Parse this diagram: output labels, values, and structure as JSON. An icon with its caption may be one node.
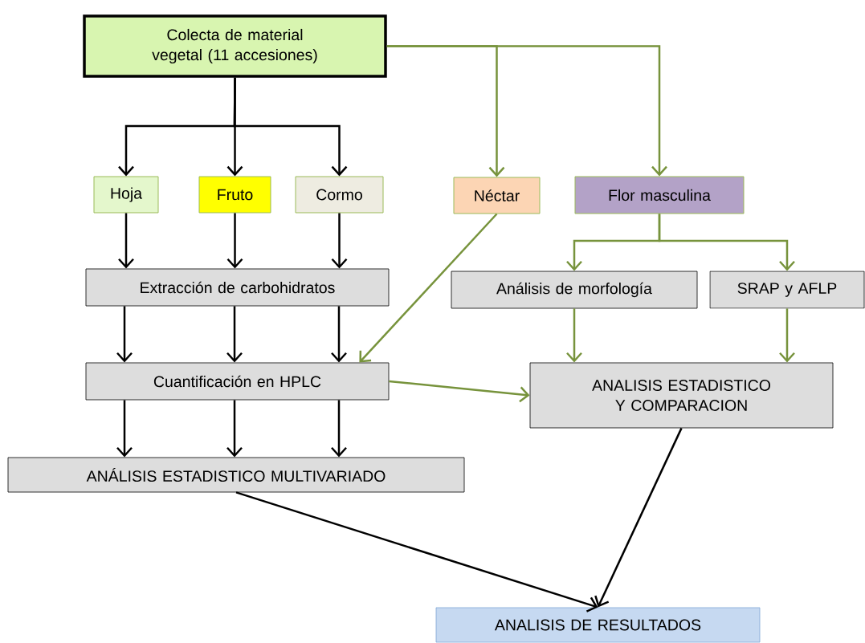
{
  "diagram": {
    "nodes": [
      {
        "text": [
          "Colecta de material vegetal (11 accesiones)"
        ]
      },
      {
        "text": [
          "Hoja"
        ]
      },
      {
        "text": [
          "Fruto"
        ]
      },
      {
        "text": [
          "Cormo"
        ]
      },
      {
        "text": [
          "Néctar"
        ]
      },
      {
        "text": [
          "Flor masculina"
        ]
      },
      {
        "text": [
          "Extracción de carbohidratos"
        ]
      },
      {
        "text": [
          "Análisis de morfología"
        ]
      },
      {
        "text": [
          "SRAP y AFLP"
        ]
      },
      {
        "text": [
          "Cuantificación en HPLC"
        ]
      },
      {
        "text": [
          "ANALISIS ESTADISTICO Y COMPARACION"
        ]
      },
      {
        "text": [
          "ANÁLISIS ESTADISTICO MULTIVARIADO"
        ]
      },
      {
        "text": [
          "ANALISIS DE RESULTADOS"
        ]
      }
    ],
    "edges": [
      {
        "from": 0,
        "to": 1,
        "arrow": "to"
      },
      {
        "from": 0,
        "to": 2,
        "arrow": "to"
      },
      {
        "from": 0,
        "to": 3,
        "arrow": "to"
      },
      {
        "from": 0,
        "to": 4,
        "arrow": "to",
        "color": "#77933c"
      },
      {
        "from": 0,
        "to": 5,
        "arrow": "to",
        "color": "#77933c"
      },
      {
        "from": 1,
        "to": 6,
        "arrow": "to"
      },
      {
        "from": 2,
        "to": 6,
        "arrow": "to"
      },
      {
        "from": 3,
        "to": 6,
        "arrow": "to"
      },
      {
        "from": 4,
        "to": 9,
        "arrow": "to",
        "color": "#77933c"
      },
      {
        "from": 5,
        "to": 7,
        "arrow": "to",
        "color": "#77933c"
      },
      {
        "from": 5,
        "to": 8,
        "arrow": "to",
        "color": "#77933c"
      },
      {
        "from": 6,
        "to": 9,
        "arrow": "to"
      },
      {
        "from": 6,
        "to": 9,
        "arrow": "to"
      },
      {
        "from": 6,
        "to": 9,
        "arrow": "to"
      },
      {
        "from": 7,
        "to": 10,
        "arrow": "to",
        "color": "#77933c"
      },
      {
        "from": 8,
        "to": 10,
        "arrow": "to",
        "color": "#77933c"
      },
      {
        "from": 9,
        "to": 10,
        "arrow": "to",
        "color": "#77933c"
      },
      {
        "from": 9,
        "to": 11,
        "arrow": "to"
      },
      {
        "from": 9,
        "to": 11,
        "arrow": "to"
      },
      {
        "from": 9,
        "to": 11,
        "arrow": "to"
      },
      {
        "from": 11,
        "to": 12,
        "arrow": "to"
      },
      {
        "from": 10,
        "to": 12,
        "arrow": "to"
      }
    ]
  }
}
